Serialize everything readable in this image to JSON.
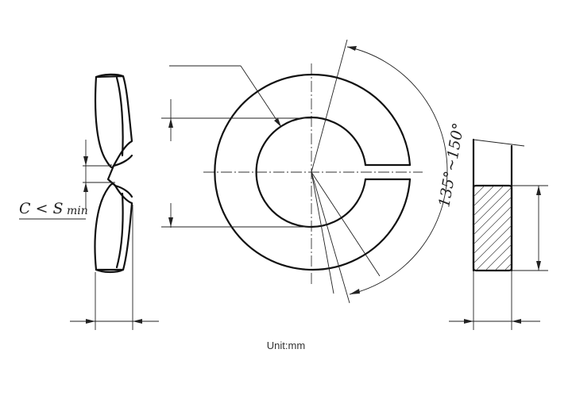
{
  "labels": {
    "clearance": "C < S",
    "clearance_subscript": "min",
    "angle": "135°~150°",
    "unit": "Unit:mm"
  }
}
